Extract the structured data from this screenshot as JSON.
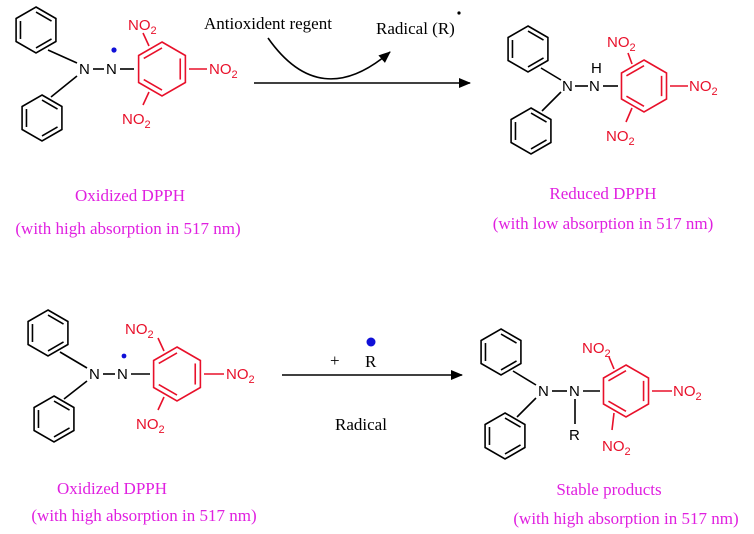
{
  "colors": {
    "bond": "#000000",
    "picryl": "#e8102a",
    "caption": "#e020e0",
    "radical_dot": "#1010d8"
  },
  "scheme1": {
    "reagent_label": "Antioxident regent",
    "radical_label": "Radical (R)",
    "reactant": {
      "nitro_top": "NO2",
      "nitro_para": "NO2",
      "nitro_bottom": "NO2",
      "caption_name": "Oxidized DPPH",
      "caption_note": "(with high absorption in 517 nm)"
    },
    "product": {
      "nh_label": "H",
      "nitro_top": "NO2",
      "nitro_para": "NO2",
      "nitro_bottom": "NO2",
      "caption_name": "Reduced DPPH",
      "caption_note": "(with low absorption in 517 nm)"
    }
  },
  "scheme2": {
    "plus_label": "+",
    "r_label": "R",
    "radical_label": "Radical",
    "reactant": {
      "nitro_top": "NO2",
      "nitro_para": "NO2",
      "nitro_bottom": "NO2",
      "caption_name": "Oxidized DPPH",
      "caption_note": "(with high absorption in 517 nm)"
    },
    "product": {
      "r_substituent": "R",
      "nitro_top": "NO2",
      "nitro_para": "NO2",
      "nitro_bottom": "NO2",
      "caption_name": "Stable products",
      "caption_note": "(with high absorption in 517 nm)"
    }
  },
  "atoms": {
    "nitrogen": "N"
  },
  "icons": {
    "radical_dot": "radical-dot-icon",
    "arrow": "reaction-arrow-icon"
  }
}
